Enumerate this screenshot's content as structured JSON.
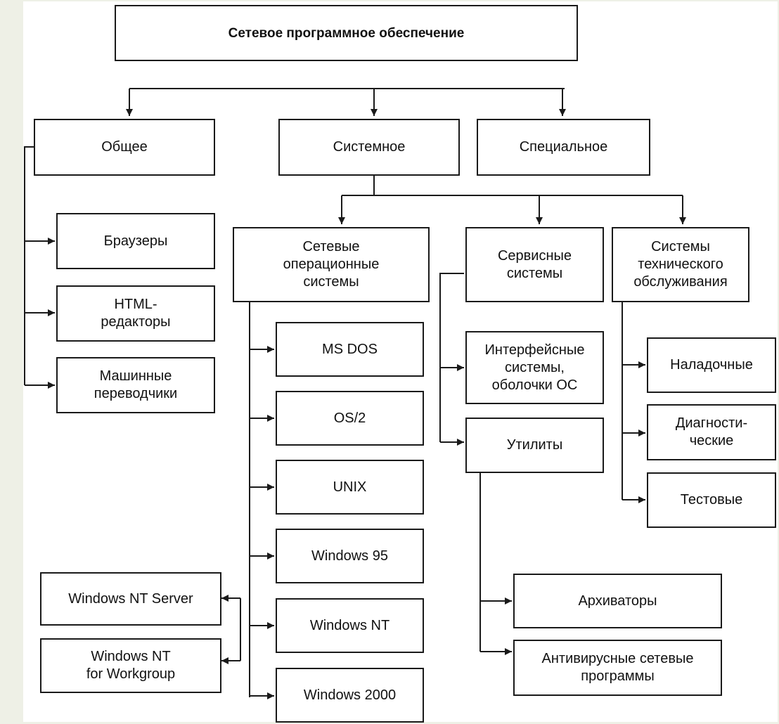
{
  "diagram": {
    "root": "Сетевое программное обеспечение",
    "categories": {
      "general": "Общее",
      "system": "Системное",
      "special": "Специальное"
    },
    "general_items": {
      "browsers": "Браузеры",
      "html_editors": "HTML-\nредакторы",
      "translators": "Машинные\nпереводчики"
    },
    "system_groups": {
      "network_os": "Сетевые\nоперационные\nсистемы",
      "service_systems": "Сервисные\nсистемы",
      "maintenance": "Системы\nтехнического\nобслуживания"
    },
    "network_os_items": {
      "ms_dos": "MS DOS",
      "os2": "OS/2",
      "unix": "UNIX",
      "win95": "Windows 95",
      "winnt": "Windows NT",
      "win2000": "Windows 2000"
    },
    "nt_variants": {
      "nt_server": "Windows NT Server",
      "nt_workgroup": "Windows NT\nfor Workgroup"
    },
    "service_items": {
      "interface": "Интерфейсные\nсистемы,\nоболочки ОС",
      "utilities": "Утилиты"
    },
    "utility_items": {
      "archivers": "Архиваторы",
      "antivirus": "Антивирусные сетевые\nпрограммы"
    },
    "maintenance_items": {
      "debug": "Наладочные",
      "diagnostic": "Диагности-\nческие",
      "test": "Тестовые"
    },
    "colors": {
      "page_background": "#eef0e6",
      "diagram_background": "#ffffff",
      "line": "#1a1a1a"
    }
  }
}
